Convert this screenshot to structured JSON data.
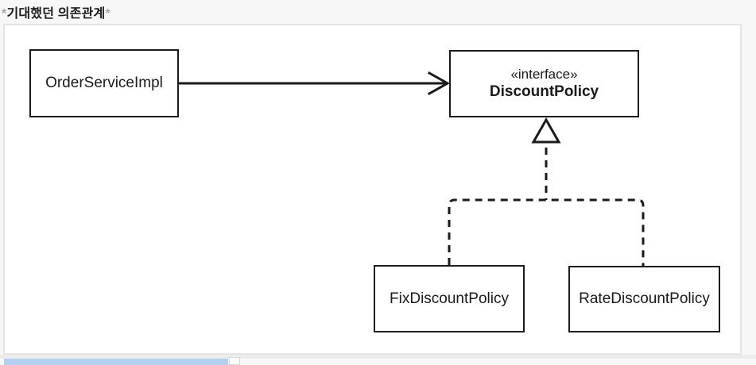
{
  "page_title": {
    "asterisk_left": "*",
    "text": "기대했던 의존관계",
    "asterisk_right": "*"
  },
  "diagram": {
    "type": "uml-class-diagram",
    "nodes": [
      {
        "id": "order-service-impl",
        "label": "OrderServiceImpl"
      },
      {
        "id": "discount-policy",
        "stereotype": "«interface»",
        "label": "DiscountPolicy"
      },
      {
        "id": "fix-discount-policy",
        "label": "FixDiscountPolicy"
      },
      {
        "id": "rate-discount-policy",
        "label": "RateDiscountPolicy"
      }
    ],
    "edges": [
      {
        "from": "OrderServiceImpl",
        "to": "DiscountPolicy",
        "type": "dependency",
        "style": "solid-line-open-arrow"
      },
      {
        "from": "FixDiscountPolicy",
        "to": "DiscountPolicy",
        "type": "realization",
        "style": "dashed-line-hollow-triangle"
      },
      {
        "from": "RateDiscountPolicy",
        "to": "DiscountPolicy",
        "type": "realization",
        "style": "dashed-line-hollow-triangle"
      }
    ],
    "colors": {
      "line": "#1a1a1a",
      "box_border": "#1a1a1a",
      "box_background": "#ffffff",
      "panel_background": "#ffffff",
      "panel_border": "#e4e4e4",
      "title_text": "#1c1c1c",
      "title_asterisk": "#a8a8a8",
      "bottom_bar": "#b5cff0"
    }
  }
}
